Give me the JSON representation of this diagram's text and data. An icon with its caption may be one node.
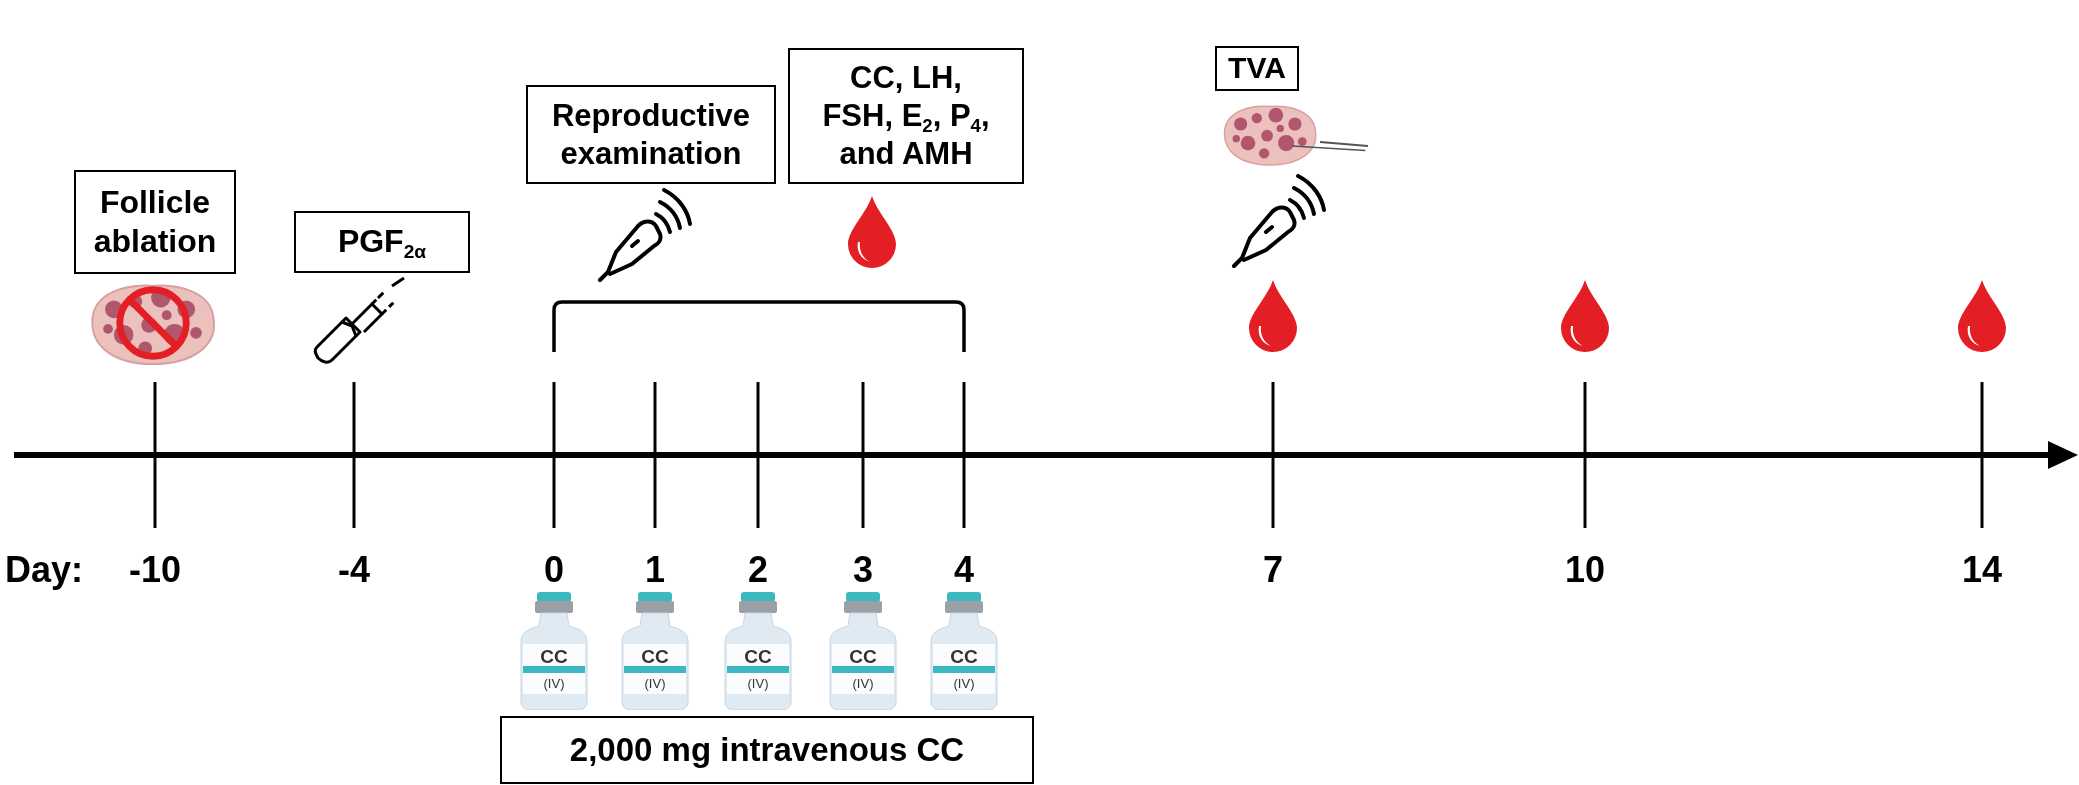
{
  "diagram": {
    "nodes": [
      {
        "text": [
          "Follicle ablation"
        ]
      },
      {
        "text": [
          "PGF$_{2α}$"
        ]
      },
      {
        "text": [
          "Reproductive examination"
        ]
      },
      {
        "text": [
          "CC, LH, FSH, E$_{2}$, P$_{4}$, and AMH"
        ]
      },
      {
        "text": [
          "TVA"
        ]
      },
      {
        "text": [
          "CC",
          "(IV)"
        ]
      },
      {
        "text": [
          "CC",
          "(IV)"
        ]
      },
      {
        "text": [
          "CC",
          "(IV)"
        ]
      },
      {
        "text": [
          "CC",
          "(IV)"
        ]
      },
      {
        "text": [
          "CC",
          "(IV)"
        ]
      },
      {
        "text": [
          "2,000 mg intravenous CC"
        ]
      }
    ],
    "labels": [
      "Day:",
      "-10",
      "-4",
      "0",
      "1",
      "2",
      "3",
      "4",
      "7",
      "10",
      "14"
    ]
  }
}
